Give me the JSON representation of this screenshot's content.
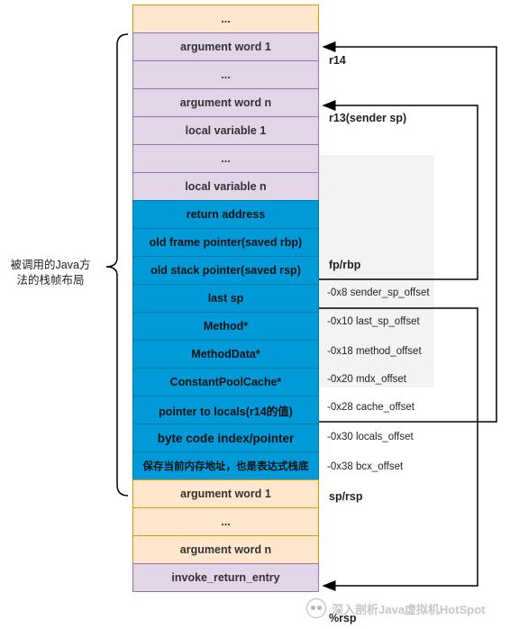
{
  "stack": [
    {
      "label": "...",
      "style": "orange"
    },
    {
      "label": "argument word 1",
      "style": "purple"
    },
    {
      "label": "...",
      "style": "purple"
    },
    {
      "label": "argument word n",
      "style": "purple"
    },
    {
      "label": "local variable 1",
      "style": "purple"
    },
    {
      "label": "...",
      "style": "purple"
    },
    {
      "label": "local variable n",
      "style": "purple"
    },
    {
      "label": "return address",
      "style": "blue"
    },
    {
      "label": "old frame pointer(saved rbp)",
      "style": "blue"
    },
    {
      "label": "old stack pointer(saved rsp)",
      "style": "blue"
    },
    {
      "label": "last sp",
      "style": "blue"
    },
    {
      "label": "Method*",
      "style": "blue"
    },
    {
      "label": "MethodData*",
      "style": "blue"
    },
    {
      "label": "ConstantPoolCache*",
      "style": "blue"
    },
    {
      "label": "pointer to locals(r14的值)",
      "style": "blue"
    },
    {
      "label": "byte code index/pointer",
      "style": "blue big"
    },
    {
      "label": "保存当前内存地址，也是表达式栈底",
      "style": "blue cn"
    },
    {
      "label": "argument word 1",
      "style": "orange"
    },
    {
      "label": "...",
      "style": "orange"
    },
    {
      "label": "argument word n",
      "style": "orange"
    },
    {
      "label": "invoke_return_entry",
      "style": "purple"
    }
  ],
  "registers": {
    "r14": "r14",
    "r13": "r13(sender sp)",
    "fp": "fp/rbp",
    "sp": "sp/rsp",
    "rsp": "%rsp"
  },
  "offsets": [
    "-0x8  sender_sp_offset",
    "-0x10 last_sp_offset",
    "-0x18 method_offset",
    "-0x20 mdx_offset",
    "-0x28 cache_offset",
    "-0x30 locals_offset",
    "-0x38 bcx_offset"
  ],
  "side_label": [
    "被调用的Java方",
    "法的栈帧布局"
  ],
  "watermark": "深入剖析Java虚拟机HotSpot",
  "colors": {
    "orange_fill": "#ffe6cc",
    "purple_fill": "#e1d5e7",
    "blue_fill": "#009ad8"
  }
}
